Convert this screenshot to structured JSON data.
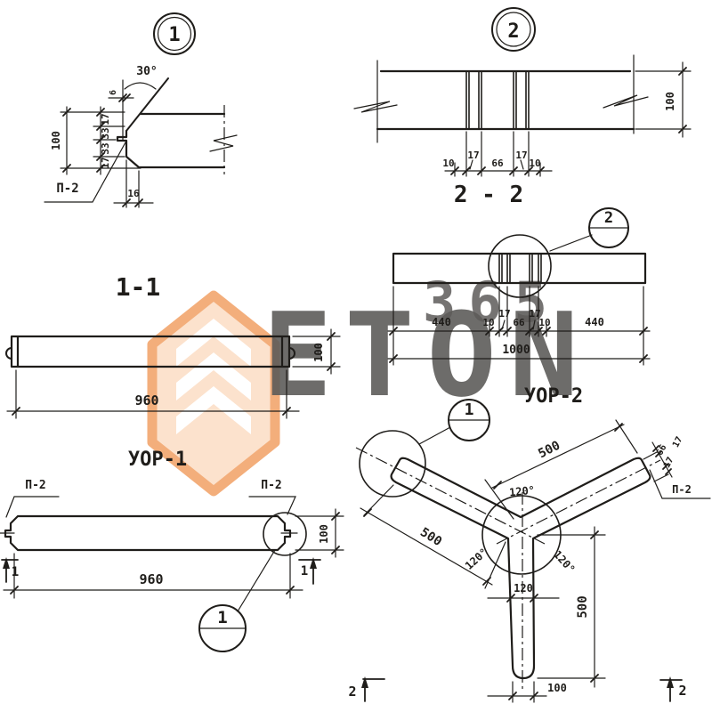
{
  "watermark": {
    "word": "ETON",
    "number": "365",
    "orange": "#ef8f49",
    "light_orange": "#fbd8ba",
    "gray": "#d9d9d9"
  },
  "detail_1": {
    "callout": "1",
    "angle": "30°",
    "top_offset": "6",
    "chain": [
      "17",
      "33",
      "33",
      "17"
    ],
    "overall": "100",
    "ledge": "П-2",
    "bottom_offset": "16"
  },
  "section_2_2": {
    "callout": "2",
    "title": "2 - 2",
    "dims": [
      "10",
      "17",
      "66",
      "17",
      "10"
    ],
    "height": "100"
  },
  "strip_uor2": {
    "callout": "2",
    "dims": [
      "440",
      "10",
      "17",
      "66",
      "17",
      "10",
      "440"
    ],
    "overall": "1000",
    "label": "УОР-2"
  },
  "side_uor1": {
    "title": "1-1",
    "length": "960",
    "height": "100",
    "label": "УОР-1"
  },
  "plan_uor1": {
    "ledge_left": "П-2",
    "ledge_right": "П-2",
    "length": "960",
    "height": "100",
    "cut_left": "1",
    "cut_right": "1",
    "callout": "1"
  },
  "star_uor2": {
    "callout": "1",
    "arm_right": "500",
    "arm_left": "500",
    "arm_down": "500",
    "angles": [
      "120°",
      "120°",
      "120°"
    ],
    "neck_width": "120",
    "tip_width": "100",
    "tip_dims": [
      "17",
      "66",
      "17"
    ],
    "ledge": "П-2",
    "cut_left": "2",
    "cut_right": "2"
  }
}
